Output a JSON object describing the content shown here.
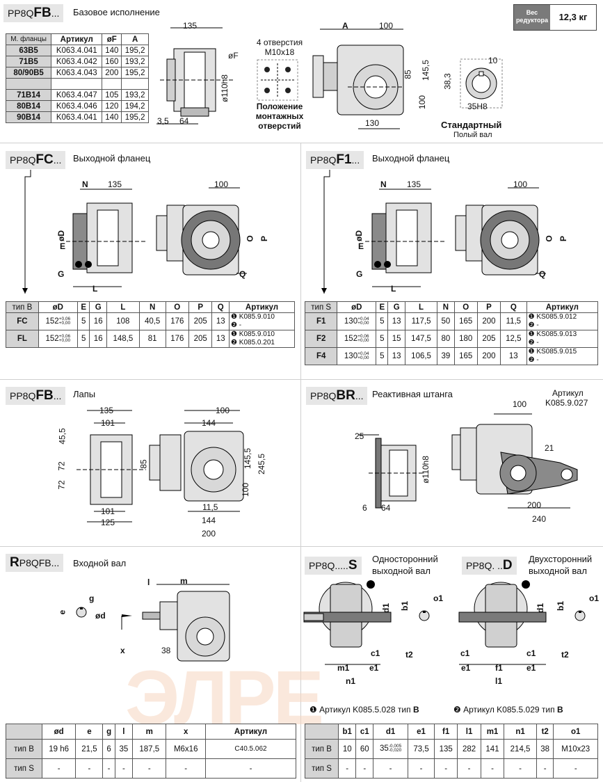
{
  "s1": {
    "prefix": "PP8Q",
    "code": "FB",
    "suffix": "...",
    "title": "Базовое исполнение",
    "weight": {
      "label": "Вес редуктора",
      "value": "12,3 кг"
    },
    "table": {
      "headers": [
        "М. фланцы",
        "Артикул",
        "øF",
        "A"
      ],
      "rows": [
        [
          "63B5",
          "K063.4.041",
          "140",
          "195,2"
        ],
        [
          "71B5",
          "K063.4.042",
          "160",
          "193,2"
        ],
        [
          "80/90B5",
          "K063.4.043",
          "200",
          "195,2"
        ],
        [
          "",
          "",
          "",
          ""
        ],
        [
          "71B14",
          "K063.4.047",
          "105",
          "193,2"
        ],
        [
          "80B14",
          "K063.4.046",
          "120",
          "194,2"
        ],
        [
          "90B14",
          "K063.4.041",
          "140",
          "195,2"
        ]
      ]
    },
    "holes_label": "4 отверстия M10x18",
    "mount_label": "Положение монтажных отверстий",
    "shaft_label": "Стандартный",
    "shaft_sub": "Полый вал",
    "dims": {
      "d135": "135",
      "dF": "øF",
      "dh8": "ø110h8",
      "d35": "3,5",
      "d64": "64",
      "dA": "A",
      "d100": "100",
      "d85": "85",
      "d1455": "145,5",
      "d100v": "100",
      "d130": "130",
      "d10": "10",
      "d383": "38,3",
      "d35h8": "35H8"
    }
  },
  "s2": {
    "prefix": "PP8Q",
    "code": "FC",
    "suffix": "...",
    "title": "Выходной фланец",
    "dims": {
      "N": "N",
      "d135": "135",
      "d100": "100",
      "D": "øD",
      "E": "E",
      "O": "O",
      "P": "P",
      "G": "G",
      "L": "L",
      "Q": "Q"
    },
    "table": {
      "headers": [
        "тип B",
        "øD",
        "E",
        "G",
        "L",
        "N",
        "O",
        "P",
        "Q",
        "Артикул"
      ],
      "rows": [
        {
          "type": "FC",
          "d": "152",
          "tol_u": "+0,06",
          "tol_l": "+0,00",
          "e": "5",
          "g": "16",
          "l": "108",
          "n": "40,5",
          "o": "176",
          "p": "205",
          "q": "13",
          "a1": "K085.9.010",
          "a2": "-"
        },
        {
          "type": "FL",
          "d": "152",
          "tol_u": "+0,06",
          "tol_l": "+0,00",
          "e": "5",
          "g": "16",
          "l": "148,5",
          "n": "81",
          "o": "176",
          "p": "205",
          "q": "13",
          "a1": "K085.9.010",
          "a2": "K085.0.201"
        }
      ]
    }
  },
  "s3": {
    "prefix": "PP8Q",
    "code": "F1",
    "suffix": "...",
    "title": "Выходной фланец",
    "table": {
      "headers": [
        "тип S",
        "øD",
        "E",
        "G",
        "L",
        "N",
        "O",
        "P",
        "Q",
        "Артикул"
      ],
      "rows": [
        {
          "type": "F1",
          "d": "130",
          "tol_u": "+0,04",
          "tol_l": "+0,00",
          "e": "5",
          "g": "13",
          "l": "117,5",
          "n": "50",
          "o": "165",
          "p": "200",
          "q": "11,5",
          "a1": "KS085.9.012",
          "a2": "-"
        },
        {
          "type": "F2",
          "d": "152",
          "tol_u": "+0,06",
          "tol_l": "+0,00",
          "e": "5",
          "g": "15",
          "l": "147,5",
          "n": "80",
          "o": "180",
          "p": "205",
          "q": "12,5",
          "a1": "KS085.9.013",
          "a2": "-"
        },
        {
          "type": "F4",
          "d": "130",
          "tol_u": "+0,04",
          "tol_l": "+0,00",
          "e": "5",
          "g": "13",
          "l": "106,5",
          "n": "39",
          "o": "165",
          "p": "200",
          "q": "13",
          "a1": "KS085.9.015",
          "a2": "-"
        }
      ]
    }
  },
  "s4": {
    "prefix": "PP8Q",
    "code": "FB",
    "suffix": "...",
    "title": "Лапы",
    "dims": {
      "d135": "135",
      "d101": "101",
      "d455": "45,5",
      "d72a": "72",
      "d72b": "72",
      "d100": "100",
      "d144": "144",
      "d85": "85",
      "d1455": "145,5",
      "d2455": "245,5",
      "d100v": "100",
      "d101b": "101",
      "d125": "125",
      "d115": "11,5",
      "d144b": "144",
      "d200": "200"
    }
  },
  "s5": {
    "prefix": "PP8Q",
    "code": "BR",
    "suffix": "...",
    "title": "Реактивная штанга",
    "article_label": "Артикул",
    "article": "K085.9.027",
    "dims": {
      "d100": "100",
      "d25": "25",
      "d110": "ø110h8",
      "d21": "21",
      "d6": "6",
      "d64": "64",
      "d200": "200",
      "d240": "240"
    }
  },
  "s6": {
    "prefix1": "R",
    "prefix": "P8QFB",
    "suffix": "...",
    "title": "Входной вал",
    "dims": {
      "m": "m",
      "l": "l",
      "g": "g",
      "e": "e",
      "d": "ød",
      "x": "x",
      "d38": "38"
    },
    "table": {
      "headers": [
        "",
        "ød",
        "e",
        "g",
        "l",
        "m",
        "x",
        "Артикул"
      ],
      "rows": [
        [
          "тип B",
          "19 h6",
          "21,5",
          "6",
          "35",
          "187,5",
          "M6x16",
          "C40.5.062"
        ],
        [
          "тип S",
          "-",
          "-",
          "-",
          "-",
          "-",
          "-",
          "-"
        ]
      ]
    }
  },
  "s7": {
    "prefix": "PP8Q.....",
    "code": "S",
    "title": "Односторонний выходной вал",
    "prefix2": "PP8Q. ..",
    "code2": "D",
    "title2": "Двухсторонний выходной вал",
    "dims": {
      "d1": "d1",
      "b1": "b1",
      "o1": "o1",
      "c1": "c1",
      "t2": "t2",
      "m1": "m1",
      "e1": "e1",
      "n1": "n1",
      "f1": "f1",
      "l1": "l1"
    },
    "note1": "Артикул K085.5.028  тип",
    "note1b": "B",
    "note2": "Артикул K085.5.029  тип",
    "note2b": "B",
    "table": {
      "headers": [
        "",
        "b1",
        "c1",
        "d1",
        "e1",
        "f1",
        "l1",
        "m1",
        "n1",
        "t2",
        "o1"
      ],
      "rows": [
        {
          "type": "тип B",
          "b1": "10",
          "c1": "60",
          "d1": "35",
          "tu": "-0,005",
          "tl": "-0,020",
          "e1": "73,5",
          "f1": "135",
          "l1": "282",
          "m1": "141",
          "n1": "214,5",
          "t2": "38",
          "o1": "M10x23"
        },
        {
          "type": "тип S",
          "b1": "-",
          "c1": "-",
          "d1": "-",
          "tu": "",
          "tl": "",
          "e1": "-",
          "f1": "-",
          "l1": "-",
          "m1": "-",
          "n1": "-",
          "t2": "-",
          "o1": "-"
        }
      ]
    }
  },
  "colors": {
    "cast": "#e2e2e2",
    "dark": "#555555",
    "accent": "#f6d6c0"
  }
}
